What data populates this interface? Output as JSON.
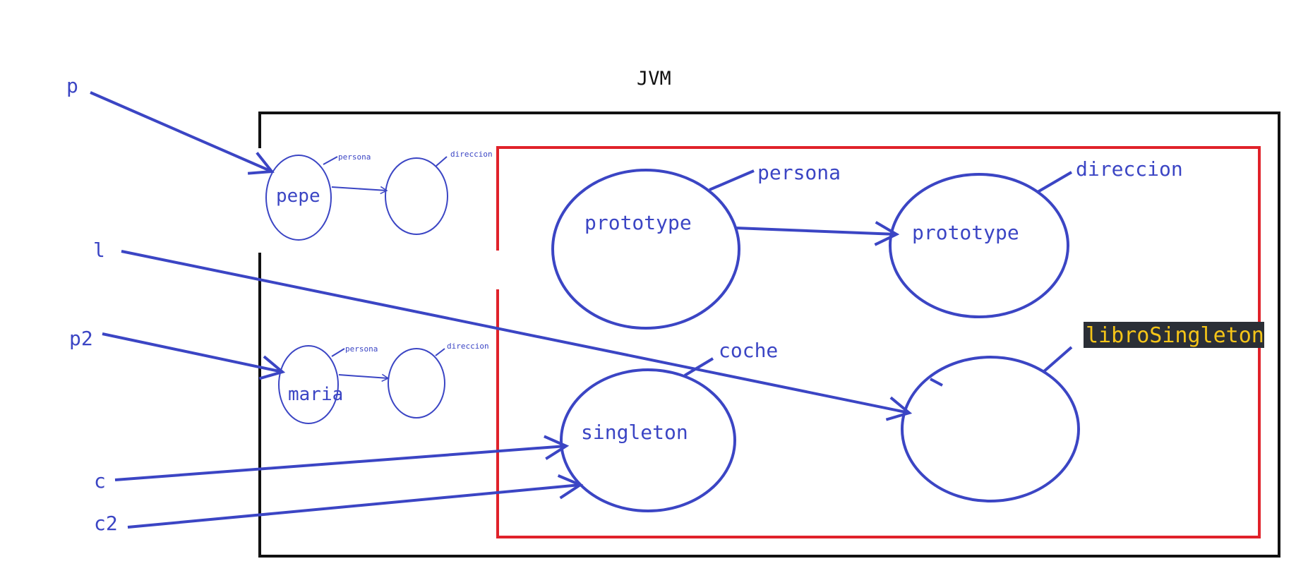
{
  "diagram": {
    "container_label": "JVM",
    "references": {
      "p": "p",
      "l": "l",
      "p2": "p2",
      "c": "c",
      "c2": "c2"
    },
    "small_objects": {
      "pepe": "pepe",
      "pepe_persona": "persona",
      "pepe_direccion": "direccion",
      "maria": "maria",
      "maria_persona": "persona",
      "maria_direccion": "direccion"
    },
    "context_objects": {
      "prototype_persona": "prototype",
      "persona_label": "persona",
      "prototype_direccion": "prototype",
      "direccion_label": "direccion",
      "singleton": "singleton",
      "coche_label": "coche",
      "libro_label": "libroSingleton"
    },
    "colors": {
      "ink_blue": "#3b45c4",
      "jvm_border": "#111111",
      "context_border": "#e0222a",
      "highlight_bg": "#2b2f36",
      "highlight_text": "#f5c518"
    }
  }
}
